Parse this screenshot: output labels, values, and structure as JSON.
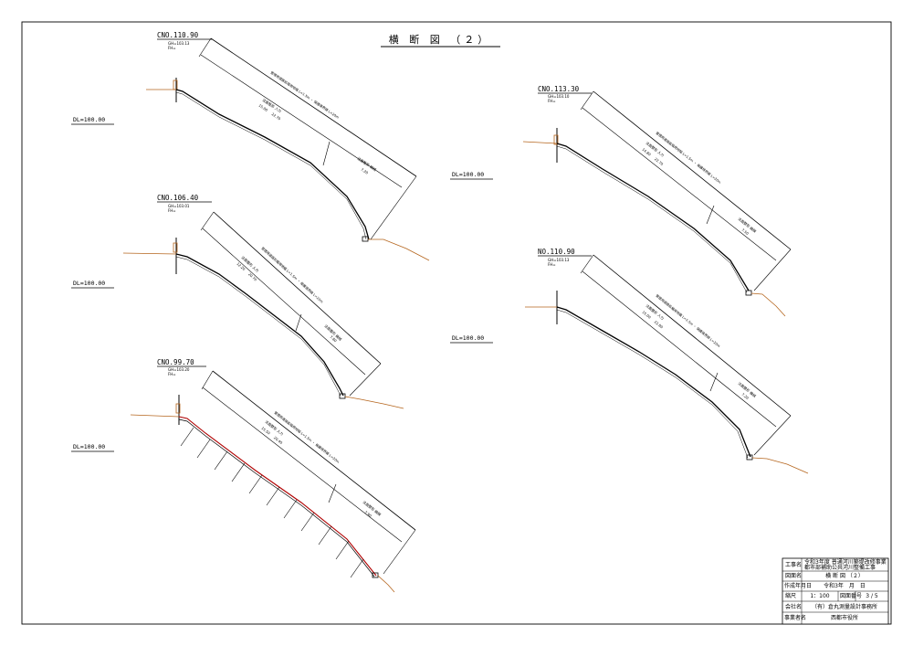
{
  "drawing": {
    "title": "横 断 図 （２）"
  },
  "sections": [
    {
      "id": "cno-110-90",
      "name": "CNO.110.90",
      "gh": "GH=103.13",
      "fh": "FH=",
      "dl": "DL=100.00",
      "dim_upper": "管理用道路拡幅用地幅 L=1.5m ・ 保護境界線 L=20m",
      "dim_mid": "法面整形 人力",
      "dim_mid_vals": "15.00 　 22.70",
      "dim_low": "法面整形 機械",
      "dim_low_val": "7.20"
    },
    {
      "id": "cno-106-40",
      "name": "CNO.106.40",
      "gh": "GH=103.01",
      "fh": "FH=",
      "dl": "DL=100.00",
      "dim_upper": "管理用道路拡幅用地幅 L=1.5m ・ 保護境界線 L=20m",
      "dim_mid": "法面整形 人力",
      "dim_mid_vals": "12.20 　 20.70",
      "dim_low": "法面整形 機械",
      "dim_low_val": "7.80"
    },
    {
      "id": "cno-99-70",
      "name": "CNO.99.70",
      "gh": "GH=103.20",
      "fh": "FH=",
      "dl": "DL=100.00",
      "dim_upper": "管理用道路拡幅用地幅 L=1.5m ・ 保護境界線 L=20m",
      "dim_mid": "法面整形 人力",
      "dim_mid_vals": "15.50 　 20.40",
      "dim_low": "法面整形 機械",
      "dim_low_val": "7.90"
    },
    {
      "id": "cno-113-30",
      "name": "CNO.113.30",
      "gh": "GH=103.10",
      "fh": "FH=",
      "dl": "DL=100.00",
      "dim_upper": "管理用道路拡幅用地幅 L=1.5m ・ 保護境界線 L=20m",
      "dim_mid": "法面整形 人力",
      "dim_mid_vals": "14.80 　 22.70",
      "dim_low": "法面整形 機械",
      "dim_low_val": "7.50"
    },
    {
      "id": "no-110-90",
      "name": "NO.110.90",
      "gh": "GH=103.13",
      "fh": "FH=",
      "dl": "DL=100.00",
      "dim_upper": "管理用道路拡幅用地幅 L=1.5m ・ 保護境界線 L=20m",
      "dim_mid": "法面整形 人力",
      "dim_mid_vals": "15.00 　 22.80",
      "dim_low": "法面整形 機械",
      "dim_low_val": "7.20"
    }
  ],
  "title_block": {
    "project_label": "工事名",
    "project_value_1": "令和3年度 普通河川築堤改修事業",
    "project_value_2": "都市部補助公共河川整備工事",
    "drawing_label": "図面名",
    "drawing_value": "横 断 図 （２）",
    "date_label": "作成年月日",
    "date_value": "令和3年　月　日",
    "scale_label": "縮尺",
    "scale_value": "1：100",
    "sheet_label": "図面番号",
    "sheet_value": "3 / 5",
    "company_label": "会社名",
    "company_value": "（有）倉丸測量設計事務所",
    "client_label": "事業者名",
    "client_value": "西都市役所"
  },
  "colors": {
    "line": "#000000",
    "ground": "#b5651d",
    "slope_red": "#b00000"
  }
}
